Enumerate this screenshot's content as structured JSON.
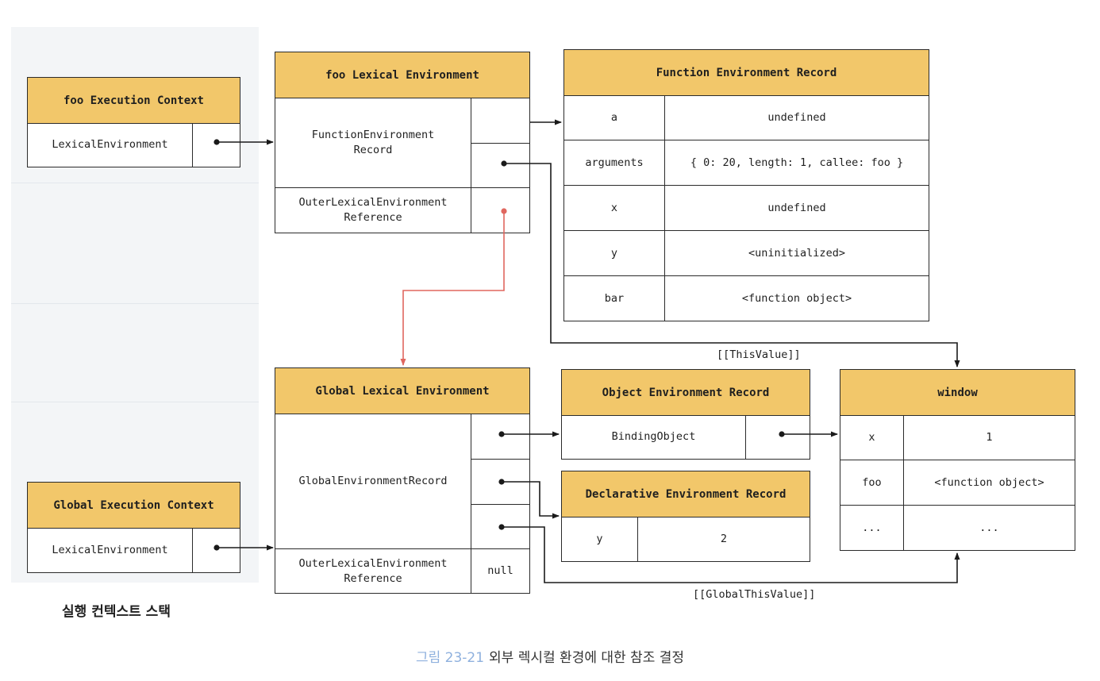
{
  "foo_execution_context": {
    "title": "foo Execution Context",
    "field": "LexicalEnvironment"
  },
  "global_execution_context": {
    "title": "Global Execution Context",
    "field": "LexicalEnvironment"
  },
  "foo_lexical_environment": {
    "title": "foo Lexical Environment",
    "record_label": "FunctionEnvironment\nRecord",
    "outer_label": "OuterLexicalEnvironment\nReference"
  },
  "function_environment_record": {
    "title": "Function Environment Record",
    "rows": [
      {
        "key": "a",
        "value": "undefined"
      },
      {
        "key": "arguments",
        "value": "{ 0: 20, length: 1, callee: foo }"
      },
      {
        "key": "x",
        "value": "undefined"
      },
      {
        "key": "y",
        "value": "<uninitialized>"
      },
      {
        "key": "bar",
        "value": "<function object>"
      }
    ]
  },
  "global_lexical_environment": {
    "title": "Global Lexical Environment",
    "record_label": "GlobalEnvironmentRecord",
    "outer_label": "OuterLexicalEnvironment\nReference",
    "outer_value": "null"
  },
  "object_environment_record": {
    "title": "Object Environment Record",
    "field": "BindingObject"
  },
  "declarative_environment_record": {
    "title": "Declarative Environment Record",
    "key": "y",
    "value": "2"
  },
  "window": {
    "title": "window",
    "rows": [
      {
        "key": "x",
        "value": "1"
      },
      {
        "key": "foo",
        "value": "<function object>"
      },
      {
        "key": "...",
        "value": "..."
      }
    ]
  },
  "links": {
    "this_value": "[[ThisValue]]",
    "global_this_value": "[[GlobalThisValue]]"
  },
  "stack_title": "실행 컨텍스트 스택",
  "caption": {
    "figure": "그림 23-21",
    "text": "외부 렉시컬 환경에 대한 참조 결정"
  },
  "colors": {
    "header": "#f2c76a",
    "outer_reference_link": "#e0675f",
    "caption_figure": "#8fb1de"
  }
}
